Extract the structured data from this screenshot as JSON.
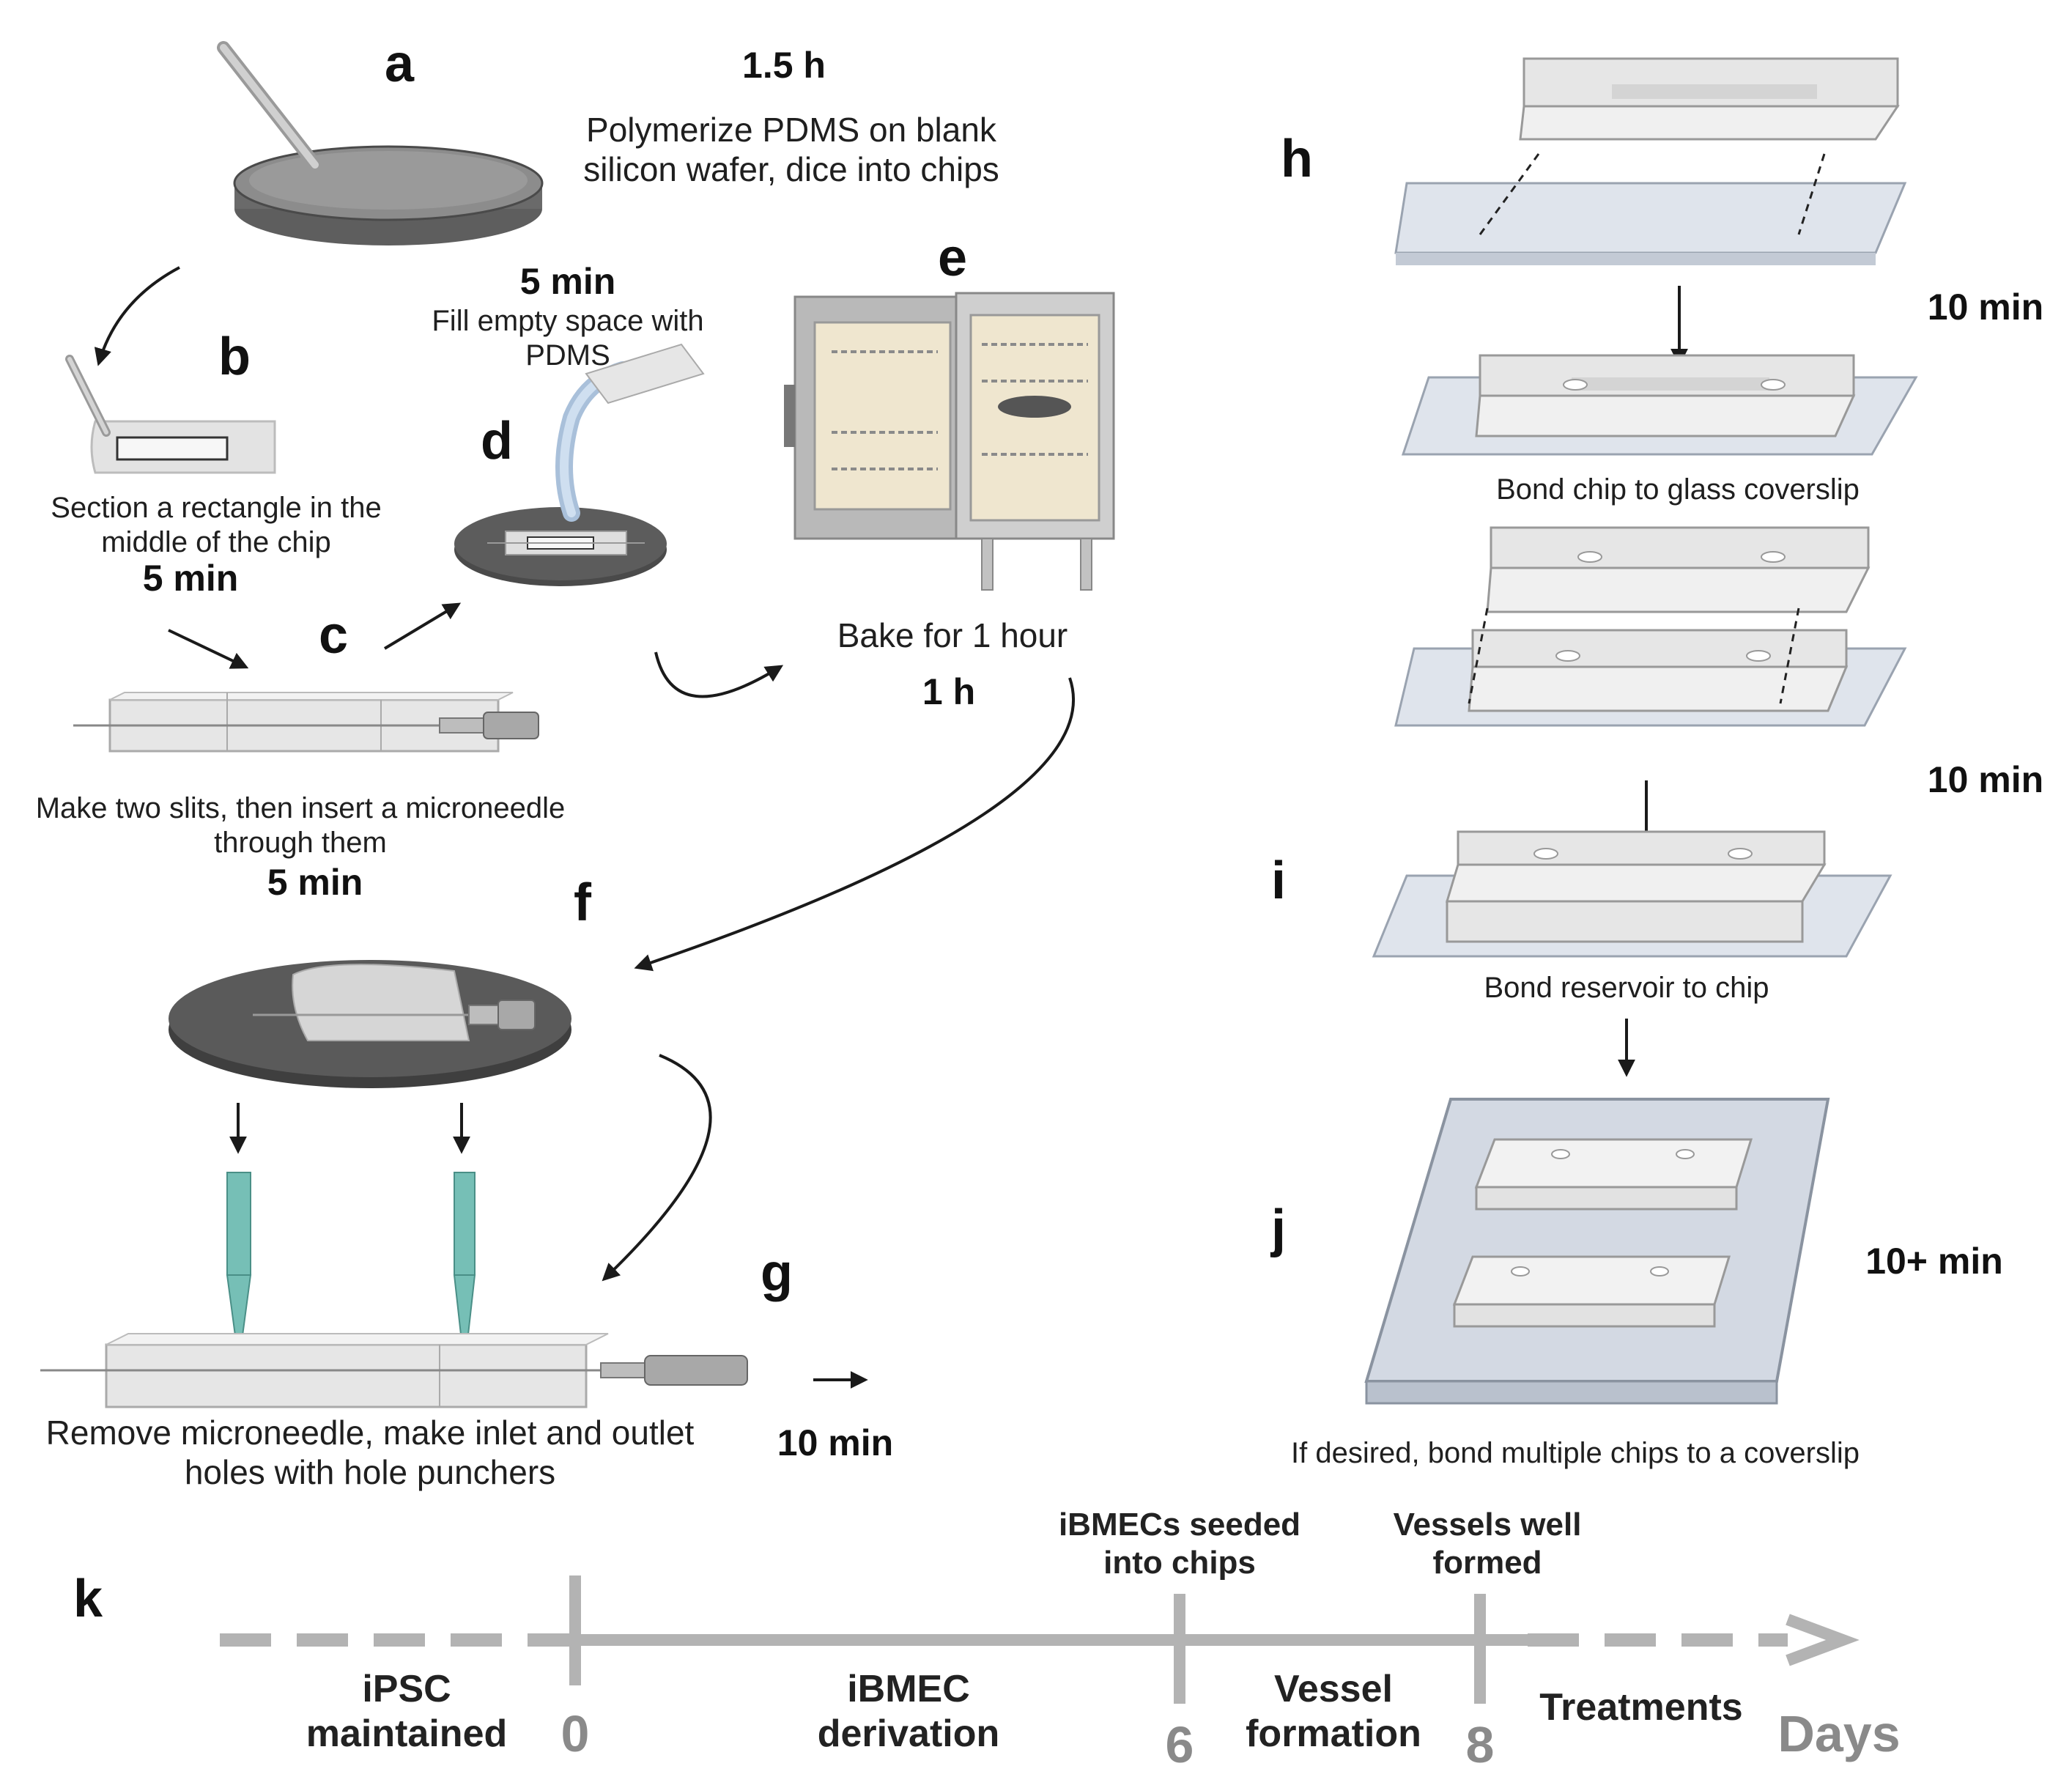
{
  "panels": {
    "a": "a",
    "b": "b",
    "c": "c",
    "d": "d",
    "e": "e",
    "f": "f",
    "g": "g",
    "h": "h",
    "i": "i",
    "j": "j",
    "k": "k"
  },
  "steps": {
    "a": {
      "time": "1.5 h",
      "caption": "Polymerize PDMS on blank\nsilicon wafer, dice into chips"
    },
    "b": {
      "caption": "Section a rectangle in the\nmiddle of the chip",
      "time": "5 min"
    },
    "c": {
      "caption": "Make two slits, then insert a microneedle\nthrough them",
      "time": "5 min"
    },
    "d": {
      "time": "5 min",
      "caption": "Fill empty space with\nPDMS"
    },
    "e": {
      "caption": "Bake for 1 hour",
      "time": "1 h"
    },
    "g": {
      "caption": "Remove microneedle, make inlet and outlet\nholes with hole punchers",
      "time": "10 min"
    },
    "h": {
      "caption": "Bond chip to glass coverslip",
      "time": "10 min"
    },
    "i": {
      "caption": "Bond reservoir to chip",
      "time": "10 min"
    },
    "j": {
      "caption": "If desired, bond multiple chips to a coverslip",
      "time": "10+ min"
    }
  },
  "timeline": {
    "phases": [
      "iPSC\nmaintained",
      "iBMEC\nderivation",
      "Vessel\nformation",
      "Treatments"
    ],
    "ticks": [
      "0",
      "6",
      "8"
    ],
    "events": [
      "iBMECs seeded\ninto chips",
      "Vessels well\nformed"
    ],
    "axis_label": "Days"
  },
  "icons": [
    "pipette-icon",
    "petri-dish-icon",
    "scalpel-icon",
    "microneedle-icon",
    "oven-icon",
    "hole-puncher-icon",
    "coverslip-icon"
  ],
  "colors": {
    "pdms": "#e2e2e2",
    "pdms_edge": "#9a9a9a",
    "glass": "#dfe4ec",
    "dish": "#5a5a5a",
    "puncher": "#76bfb6",
    "oven": "#c8c8c8",
    "oven_inner": "#efe6cf",
    "timeline": "#b3b3b3"
  }
}
